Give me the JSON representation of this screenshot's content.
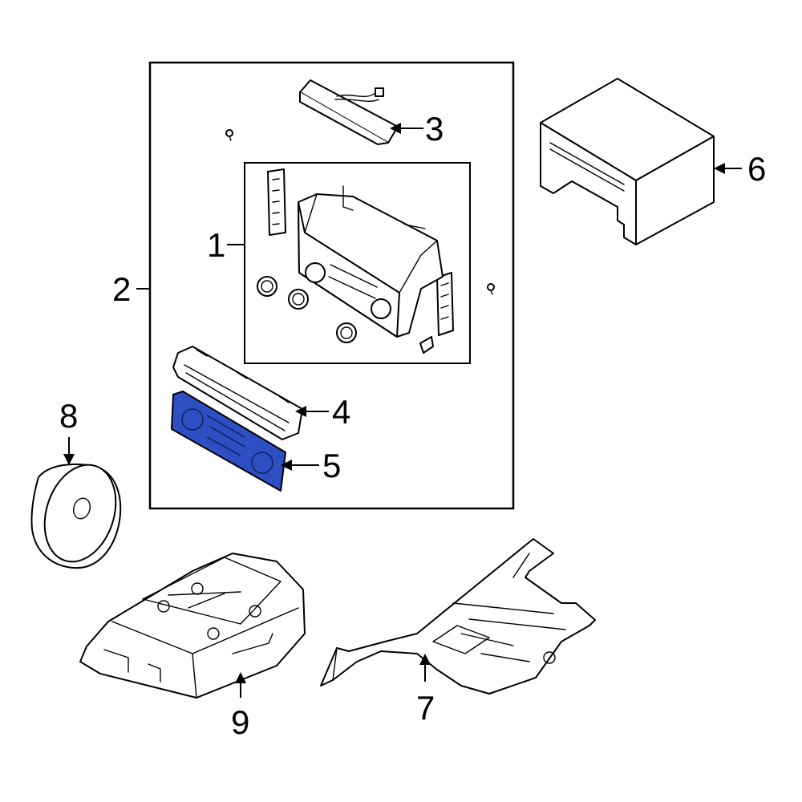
{
  "callouts": [
    {
      "id": "1",
      "label": "1",
      "part": "radio-unit"
    },
    {
      "id": "2",
      "label": "2",
      "part": "radio-assembly-box"
    },
    {
      "id": "3",
      "label": "3",
      "part": "cd-changer-bracket"
    },
    {
      "id": "4",
      "label": "4",
      "part": "front-bezel"
    },
    {
      "id": "5",
      "label": "5",
      "part": "control-panel-highlighted"
    },
    {
      "id": "6",
      "label": "6",
      "part": "amplifier-module"
    },
    {
      "id": "7",
      "label": "7",
      "part": "mounting-bracket"
    },
    {
      "id": "8",
      "label": "8",
      "part": "speaker"
    },
    {
      "id": "9",
      "label": "9",
      "part": "subwoofer-enclosure"
    }
  ],
  "highlight_color": "#2e4fc4",
  "line_color": "#000000"
}
